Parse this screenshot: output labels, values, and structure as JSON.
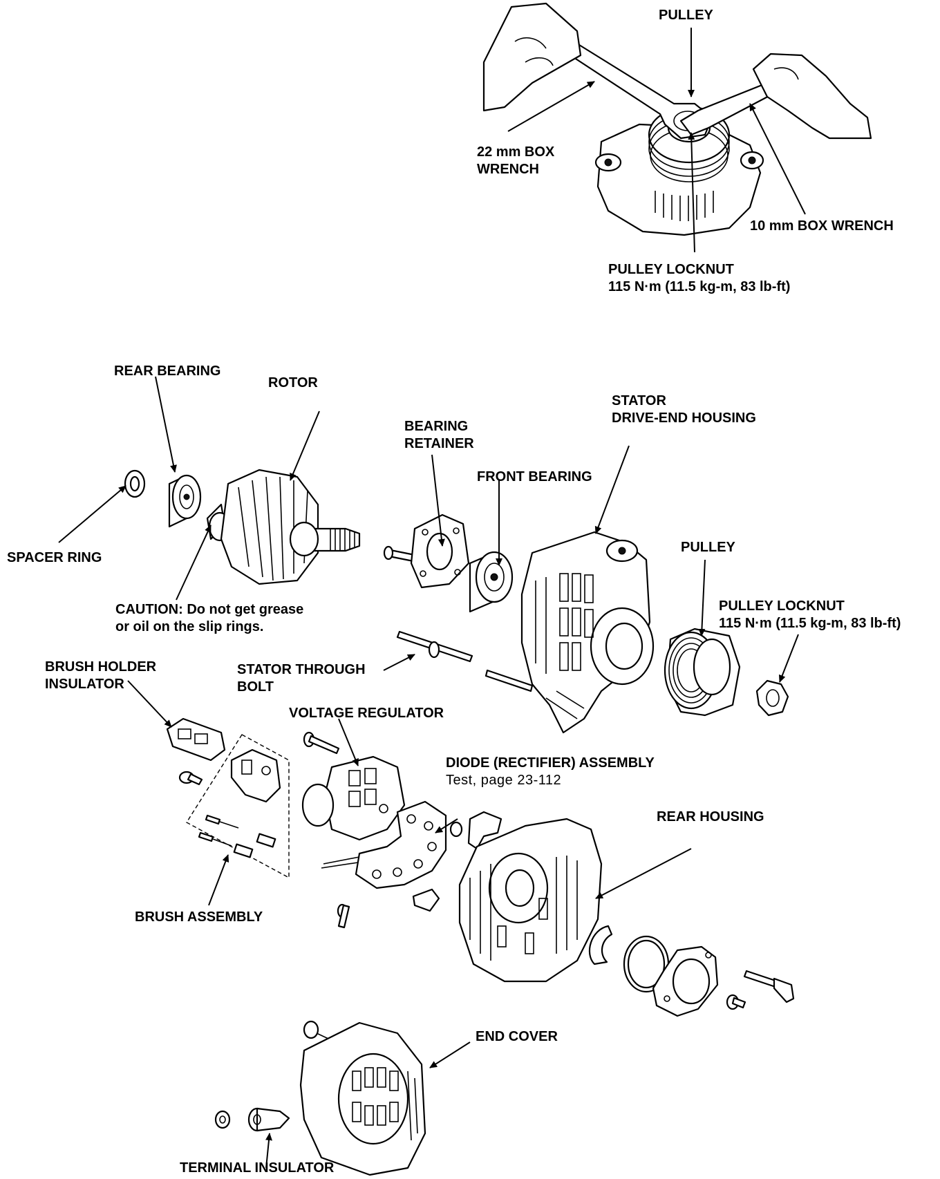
{
  "labels": {
    "pulley_top": "PULLEY",
    "box_wrench_22": [
      "22 mm BOX",
      "WRENCH"
    ],
    "box_wrench_10": "10 mm BOX WRENCH",
    "pulley_locknut_top": "PULLEY LOCKNUT",
    "torque_top": "115 N·m (11.5 kg-m, 83 lb-ft)",
    "rear_bearing": "REAR BEARING",
    "rotor": "ROTOR",
    "spacer_ring": "SPACER RING",
    "caution": [
      "CAUTION:  Do not get grease",
      "or oil on the slip rings."
    ],
    "bearing_retainer": [
      "BEARING",
      "RETAINER"
    ],
    "front_bearing": "FRONT BEARING",
    "stator_housing": [
      "STATOR",
      "DRIVE-END HOUSING"
    ],
    "pulley_exploded": "PULLEY",
    "pulley_locknut_exploded": "PULLEY LOCKNUT",
    "torque_exploded": "115 N·m (11.5 kg-m, 83 lb-ft)",
    "brush_holder_insulator": [
      "BRUSH HOLDER",
      "INSULATOR"
    ],
    "stator_through_bolt": [
      "STATOR THROUGH",
      "BOLT"
    ],
    "voltage_regulator": "VOLTAGE REGULATOR",
    "diode_assembly": "DIODE (RECTIFIER) ASSEMBLY",
    "diode_test": "Test, page 23-112",
    "rear_housing": "REAR HOUSING",
    "brush_assembly": "BRUSH ASSEMBLY",
    "end_cover": "END COVER",
    "terminal_insulator": "TERMINAL INSULATOR"
  }
}
